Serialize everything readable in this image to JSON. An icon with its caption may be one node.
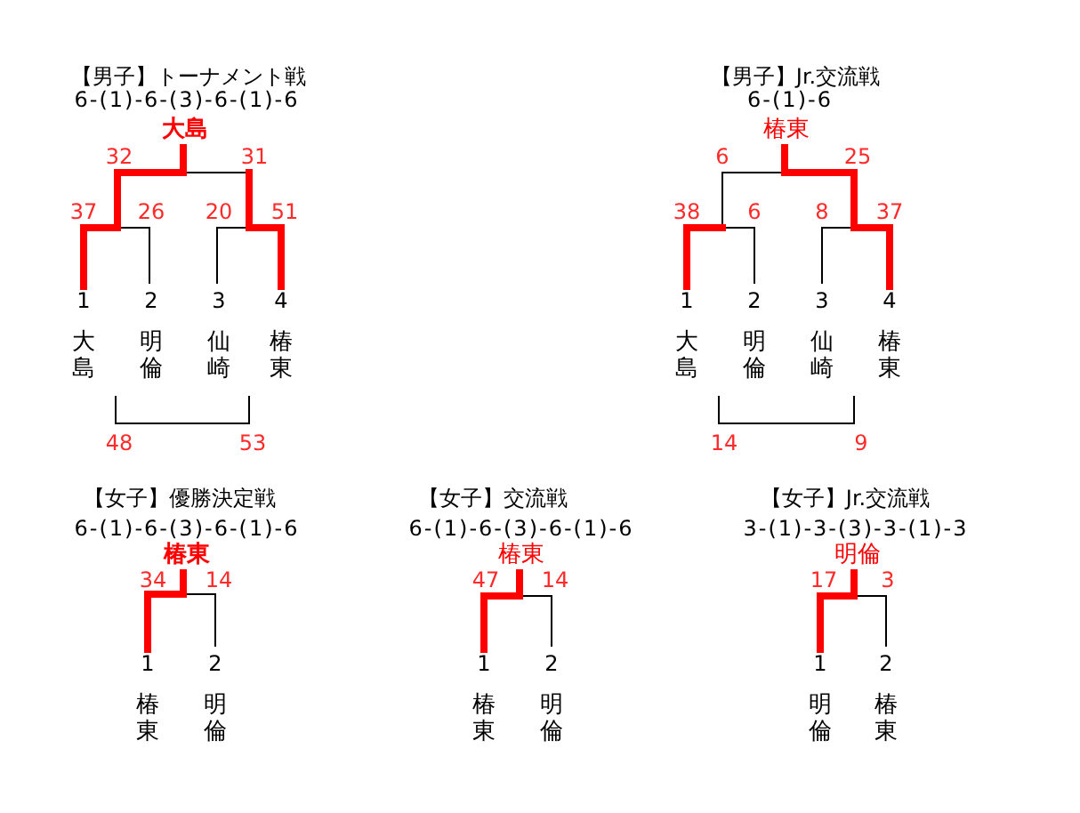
{
  "diagram": {
    "labels": [
      "【男子】トーナメント戦",
      "【男子】Jr.交流戦",
      "6-(1)-6-(3)-6-(1)-6",
      "6-(1)-6",
      "大島",
      "椿東",
      "32",
      "31",
      "6",
      "25",
      "37",
      "26",
      "20",
      "51",
      "38",
      "6",
      "8",
      "37",
      "1",
      "2",
      "3",
      "4",
      "1",
      "2",
      "3",
      "4",
      "大島",
      "明倫",
      "仙崎",
      "椿東",
      "大島",
      "明倫",
      "仙崎",
      "椿東",
      "48",
      "53",
      "14",
      "9",
      "【女子】優勝決定戦",
      "【女子】交流戦",
      "【女子】Jr.交流戦",
      "6-(1)-6-(3)-6-(1)-6",
      "6-(1)-6-(3)-6-(1)-6",
      "3-(1)-3-(3)-3-(1)-3",
      "椿東",
      "椿東",
      "明倫",
      "34",
      "14",
      "47",
      "14",
      "17",
      "3",
      "1",
      "2",
      "1",
      "2",
      "1",
      "2",
      "椿東",
      "明倫",
      "椿東",
      "明倫",
      "明倫",
      "椿東"
    ]
  }
}
